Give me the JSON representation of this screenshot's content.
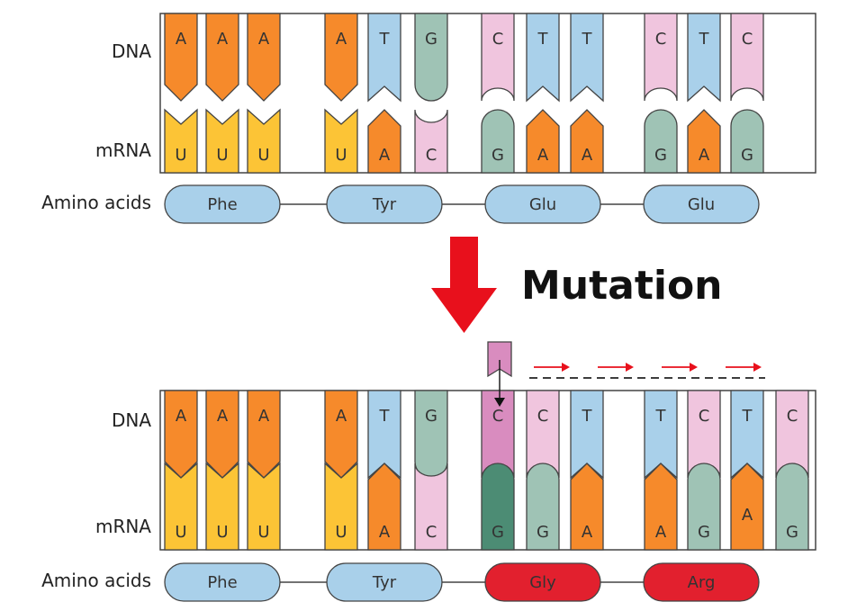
{
  "colors": {
    "A": "#f68a2b",
    "T": "#a9d0ea",
    "G": "#9fc3b5",
    "C": "#f0c5de",
    "U": "#fcc436",
    "inserted_C": "#d98cbf",
    "new_G": "#4c8c74",
    "aa_normal": "#a9d0ea",
    "aa_mutant": "#e2202e",
    "arrow": "#e8101c",
    "outline": "#444444"
  },
  "labels": {
    "dna": "DNA",
    "mrna": "mRNA",
    "amino_acids": "Amino acids",
    "mutation": "Mutation"
  },
  "top": {
    "dna": [
      "A",
      "A",
      "A",
      "",
      "A",
      "T",
      "G",
      "",
      "C",
      "T",
      "T",
      "",
      "C",
      "T",
      "C"
    ],
    "mrna": [
      "U",
      "U",
      "U",
      "",
      "U",
      "A",
      "C",
      "",
      "G",
      "A",
      "A",
      "",
      "G",
      "A",
      "G"
    ],
    "amino_acids": [
      "Phe",
      "Tyr",
      "Glu",
      "Glu"
    ]
  },
  "bottom": {
    "dna": [
      "A",
      "A",
      "A",
      "",
      "A",
      "T",
      "G",
      "",
      "C",
      "C",
      "T",
      "",
      "T",
      "C",
      "T",
      "C"
    ],
    "mrna": [
      "U",
      "U",
      "U",
      "",
      "U",
      "A",
      "C",
      "",
      "G",
      "G",
      "A",
      "",
      "A",
      "G",
      "A",
      "G"
    ],
    "inserted_base": "C",
    "amino_acids": [
      "Phe",
      "Tyr",
      "Gly",
      "Arg"
    ],
    "mutant_amino_acids": [
      false,
      false,
      true,
      true
    ]
  },
  "icons": {
    "mutation_arrow": "down-arrow-icon",
    "shift_arrows": "right-arrow-icon"
  }
}
